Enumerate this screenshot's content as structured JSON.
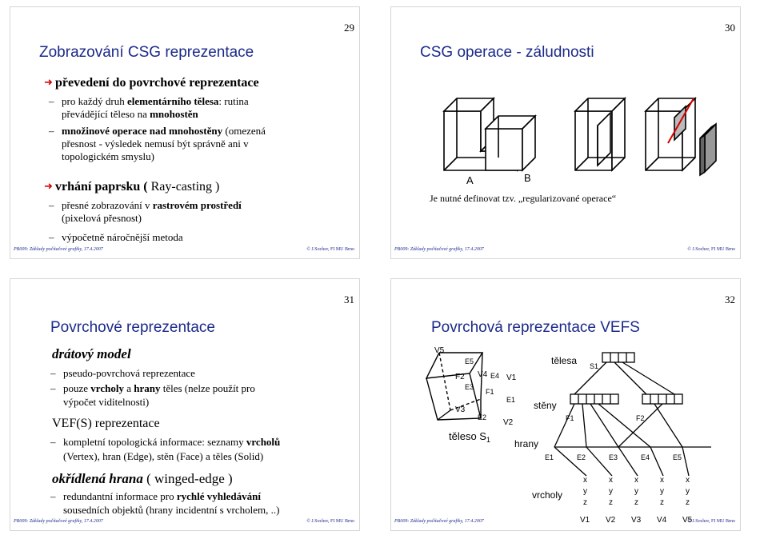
{
  "footer": {
    "left": "PB009: Základy počítačové grafiky, 17.4.2007",
    "right": "© J.Sochor, FI MU Brno"
  },
  "slide29": {
    "number": "29",
    "title": "Zobrazování CSG reprezentace",
    "bullets": [
      {
        "label": "převedení do povrchové reprezentace"
      },
      {
        "label": "vrhání paprsku (",
        "label_normal": " Ray-casting",
        "label_end": " )"
      }
    ],
    "sub1a": {
      "p1": "pro každý druh ",
      "p2": "elementárního tělesa",
      "p3": ": rutina"
    },
    "sub1b": {
      "p1": "převádějící těleso na ",
      "p2": "mnohostěn"
    },
    "sub2a": {
      "p1": "množinové operace nad mnohostěny",
      "p2": " (omezená"
    },
    "sub2b": "přesnost - výsledek nemusí být správně ani v",
    "sub2c": "topologickém smyslu)",
    "sub3a": {
      "p1": "přesné zobrazování v ",
      "p2": "rastrovém prostředí"
    },
    "sub3b": "(pixelová přesnost)",
    "sub4": "výpočetně náročnější metoda"
  },
  "slide30": {
    "number": "30",
    "title": "CSG operace - záludnosti",
    "label_a": "A",
    "label_b": "B",
    "caption": "Je nutné definovat tzv. „regularizované operace“"
  },
  "slide31": {
    "number": "31",
    "title": "Povrchové reprezentace",
    "h1": "drátový model",
    "s1": "pseudo-povrchová reprezentace",
    "s2a": {
      "p1": "pouze ",
      "p2": "vrcholy",
      "p3": " a ",
      "p4": "hrany",
      "p5": " těles (nelze použít pro"
    },
    "s2b": "výpočet viditelnosti)",
    "h2": "VEF(S) reprezentace",
    "s3a": {
      "p1": "kompletní topologická informace: seznamy ",
      "p2": "vrcholů"
    },
    "s3b": "(Vertex), hran (Edge), stěn (Face) a těles (Solid)",
    "h3": {
      "p1": "okřídlená hrana",
      "p2": " ( winged-edge )"
    },
    "s4a": {
      "p1": "redundantní informace pro ",
      "p2": "rychlé vyhledávání"
    },
    "s4b": "sousedních objektů (hrany incidentní s vrcholem, ..)"
  },
  "slide32": {
    "number": "32",
    "title": "Povrchová reprezentace VEFS",
    "cube": {
      "v5": "V5",
      "e5": "E5",
      "f2": "F2",
      "v4": "V4",
      "e4": "E4",
      "v1": "V1",
      "e3": "E3",
      "f1": "F1",
      "e1": "E1",
      "v3": "V3",
      "e2": "E2",
      "v2": "V2"
    },
    "teleso": "těleso S",
    "teleso_sub": "1",
    "tree": {
      "telesa": "tělesa",
      "s1": "S1",
      "steny": "stěny",
      "f1": "F1",
      "f2": "F2",
      "hrany": "hrany",
      "edges": [
        "E1",
        "E2",
        "E3",
        "E4",
        "E5"
      ],
      "vrcholy": "vrcholy",
      "coords": [
        "x",
        "y",
        "z"
      ],
      "vertices": [
        "V1",
        "V2",
        "V3",
        "V4",
        "V5"
      ]
    }
  }
}
